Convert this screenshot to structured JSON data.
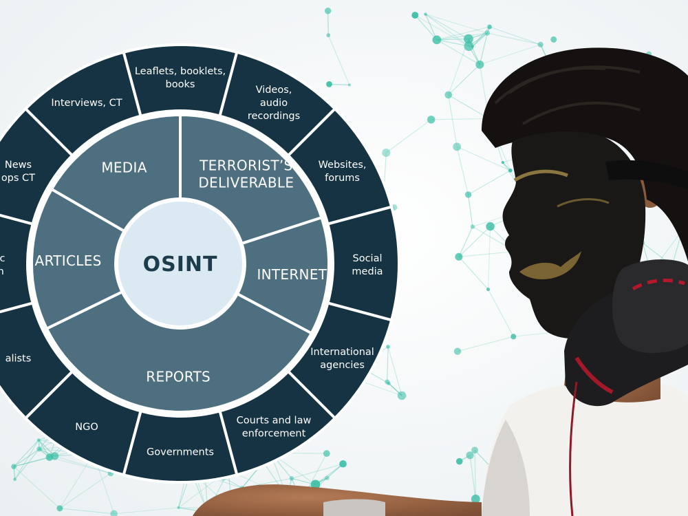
{
  "diagram": {
    "center_label": "OSINT",
    "inner_ring": [
      {
        "label": "MEDIA"
      },
      {
        "label": "TERRORIST’S\nDELIVERABLE"
      },
      {
        "label": "INTERNET"
      },
      {
        "label": "REPORTS"
      },
      {
        "label": "ARTICLES"
      }
    ],
    "outer_ring": [
      {
        "label": "Interviews, CT"
      },
      {
        "label": "Leaflets, booklets,\nbooks"
      },
      {
        "label": "Videos,\naudio\nrecordings"
      },
      {
        "label": "Websites,\nforums"
      },
      {
        "label": "Social\nmedia"
      },
      {
        "label": "International\nagencies"
      },
      {
        "label": "Courts and law\nenforcement"
      },
      {
        "label": "Governments"
      },
      {
        "label": "NGO"
      },
      {
        "label": "alists"
      },
      {
        "label": "emic\narch"
      },
      {
        "label": "News\nops CT"
      }
    ]
  },
  "colors": {
    "outer_ring": "#163344",
    "inner_ring": "#4d6f80",
    "core": "#dbe9f2",
    "core_text": "#1e3d4c",
    "divider": "#ffffff",
    "network": "#3dbfa6"
  }
}
